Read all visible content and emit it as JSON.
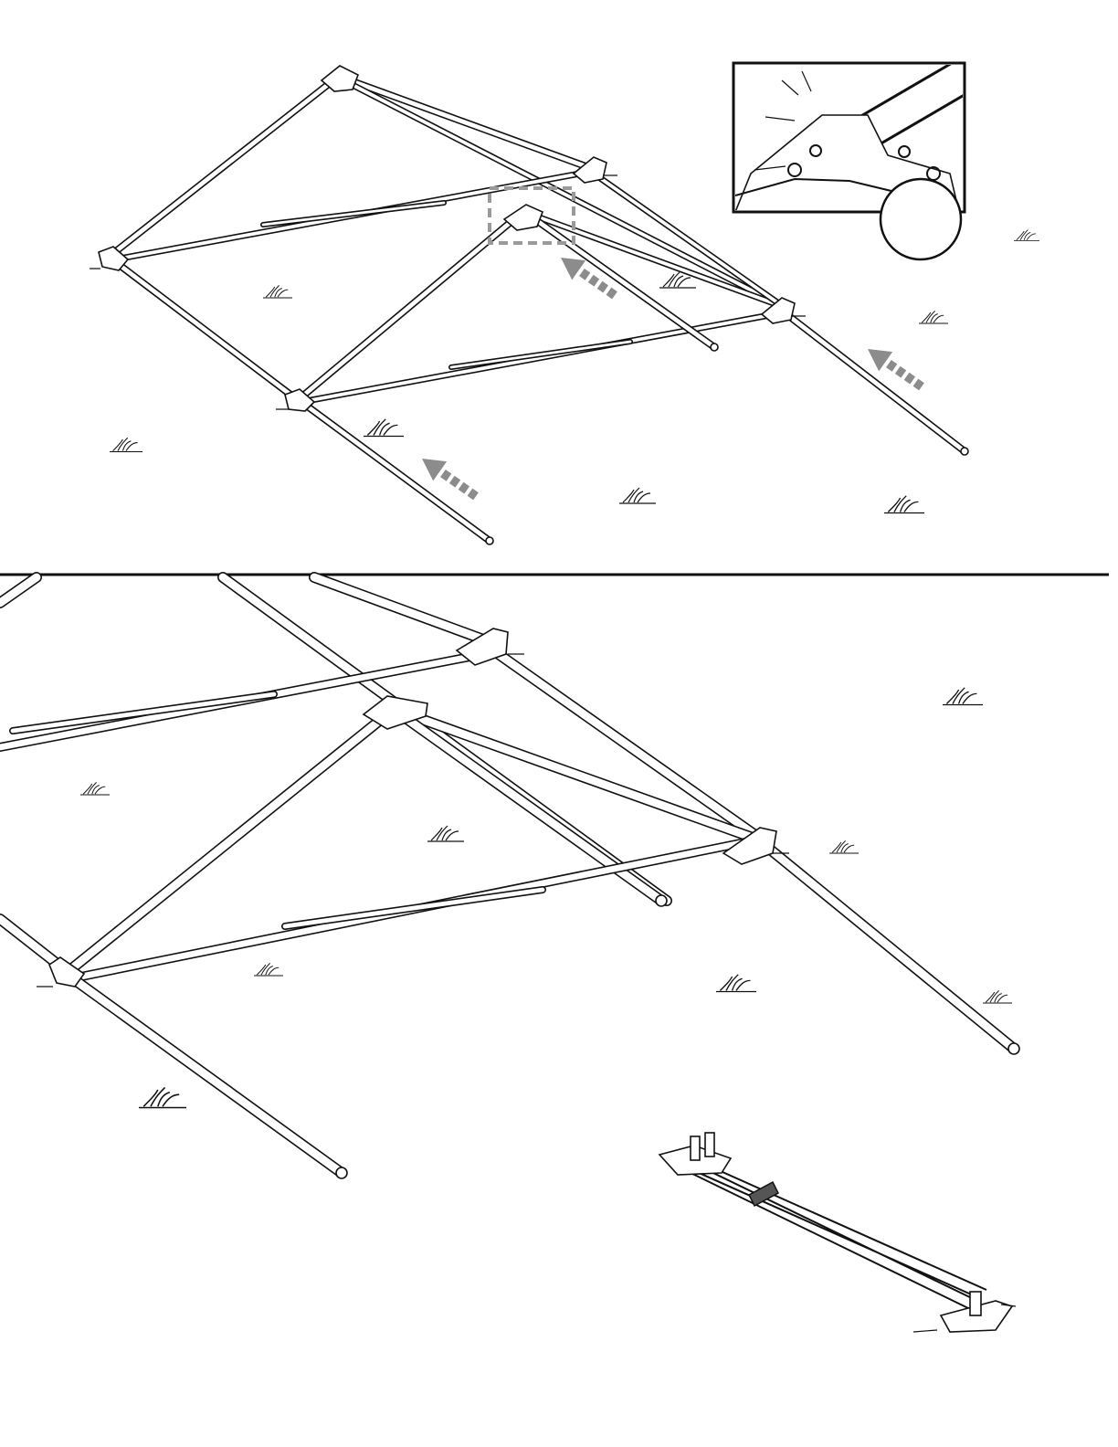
{
  "diagram": {
    "kind": "assembly-illustration",
    "panels": [
      {
        "id": "top",
        "description_visible_text": ""
      },
      {
        "id": "bottom",
        "description_visible_text": ""
      }
    ],
    "arrow_color": "#8c8c8c",
    "highlight_box_color": "#9a9a9a",
    "line_color": "#111111",
    "background": "#ffffff",
    "icons": [
      "push-arrow-icon",
      "grass-tuft-icon",
      "pin-clip-icon",
      "magnifier-circle-icon"
    ]
  }
}
